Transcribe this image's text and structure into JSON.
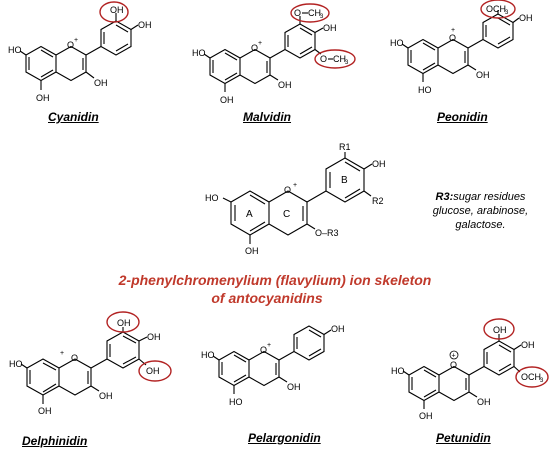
{
  "compounds": {
    "cyanidin": "Cyanidin",
    "malvidin": "Malvidin",
    "peonidin": "Peonidin",
    "delphinidin": "Delphinidin",
    "pelargonidin": "Pelargonidin",
    "petunidin": "Petunidin"
  },
  "atoms": {
    "oh": "OH",
    "ho": "HO",
    "o_plus": "O",
    "plus": "+",
    "o_methyl": "O",
    "methyl": "CH",
    "methyl_sub": "3",
    "r1": "R1",
    "r2": "R2",
    "o_r3": "O–R3"
  },
  "rings": {
    "a": "A",
    "b": "B",
    "c": "C"
  },
  "skeleton_note": {
    "label": "R3:",
    "line1": "sugar residues",
    "line2": "glucose, arabinose,",
    "line3": "galactose."
  },
  "caption": {
    "line1": "2-phenylchromenylium (flavylium) ion skeleton",
    "line2": "of  antocyanidins"
  },
  "colors": {
    "highlight": "#b22222",
    "caption": "#c0392b"
  }
}
